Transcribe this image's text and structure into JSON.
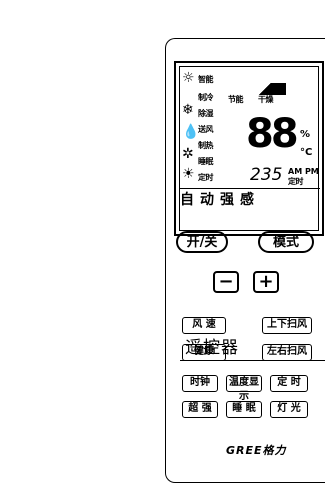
{
  "caption": "遥控器",
  "lcd": {
    "labels_left": [
      "智能",
      "制冷",
      "除湿",
      "送风",
      "制热",
      "睡眠",
      "定时"
    ],
    "labels_top": [
      "节能",
      "干燥"
    ],
    "big_temp": "88",
    "unit_c": "°C",
    "unit_pct": "%",
    "time": "235",
    "time_suffix": "定时",
    "am_pm": "AM PM",
    "modes": [
      "自",
      "动",
      "强",
      "感"
    ]
  },
  "buttons": {
    "on_off": "开/关",
    "mode": "模式",
    "minus": "−",
    "plus": "+",
    "fan_speed": "风 速",
    "swing_ud": "上下扫风",
    "health": "健康",
    "swing_lr": "左右扫风",
    "clock": "时钟",
    "temp_display": "温度显示",
    "timer": "定 时",
    "turbo": "超 强",
    "sleep": "睡 眠",
    "light": "灯 光"
  },
  "brand": "GREE格力"
}
